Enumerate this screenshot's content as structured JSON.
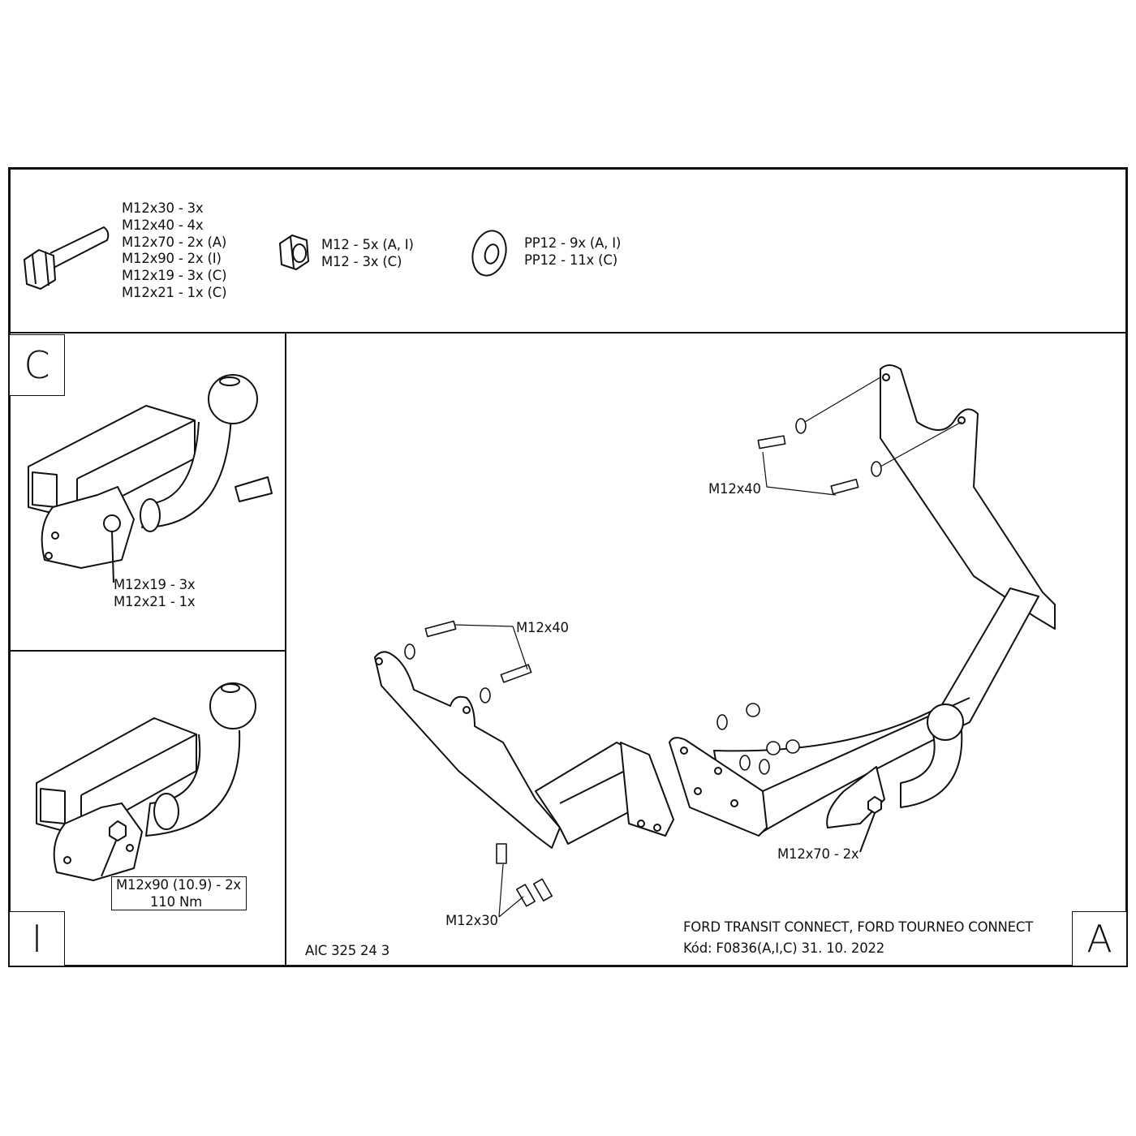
{
  "parts": {
    "bolts": [
      "M12x30 - 3x",
      "M12x40 - 4x",
      "M12x70 - 2x (A)",
      "M12x90 - 2x (I)",
      "M12x19 - 3x (C)",
      "M12x21 - 1x (C)"
    ],
    "nuts": [
      "M12 - 5x (A, I)",
      "M12 - 3x (C)"
    ],
    "washers": [
      "PP12 - 9x (A, I)",
      "PP12 - 11x (C)"
    ]
  },
  "variant_c": {
    "tag": "C",
    "callouts": [
      "M12x19 - 3x",
      "M12x21 - 1x"
    ]
  },
  "variant_i": {
    "tag": "I",
    "callout": "M12x90 (10.9) - 2x",
    "torque": "110 Nm"
  },
  "variant_a": {
    "tag": "A",
    "callouts": {
      "upper_bolts": "M12x40",
      "lower_bolts": "M12x40",
      "ball_bolts": "M12x70 - 2x",
      "front_bolts": "M12x30"
    }
  },
  "footer": {
    "code_left": "AIC 325 24 3",
    "vehicle": "FORD TRANSIT CONNECT, FORD TOURNEO CONNECT",
    "code_date": "Kód: F0836(A,I,C)  31. 10. 2022"
  }
}
